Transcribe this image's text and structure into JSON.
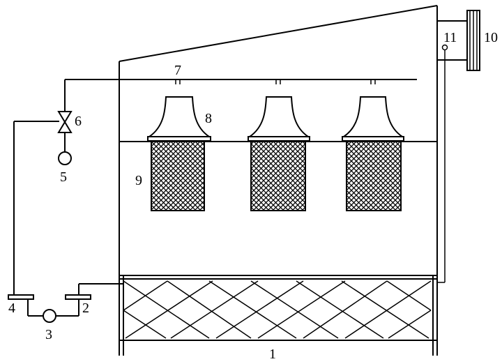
{
  "labels": {
    "n1": "1",
    "n2": "2",
    "n3": "3",
    "n4": "4",
    "n5": "5",
    "n6": "6",
    "n7": "7",
    "n8": "8",
    "n9": "9",
    "n10": "10",
    "n11": "11"
  },
  "colors": {
    "line": "#000000",
    "background": "#ffffff"
  }
}
